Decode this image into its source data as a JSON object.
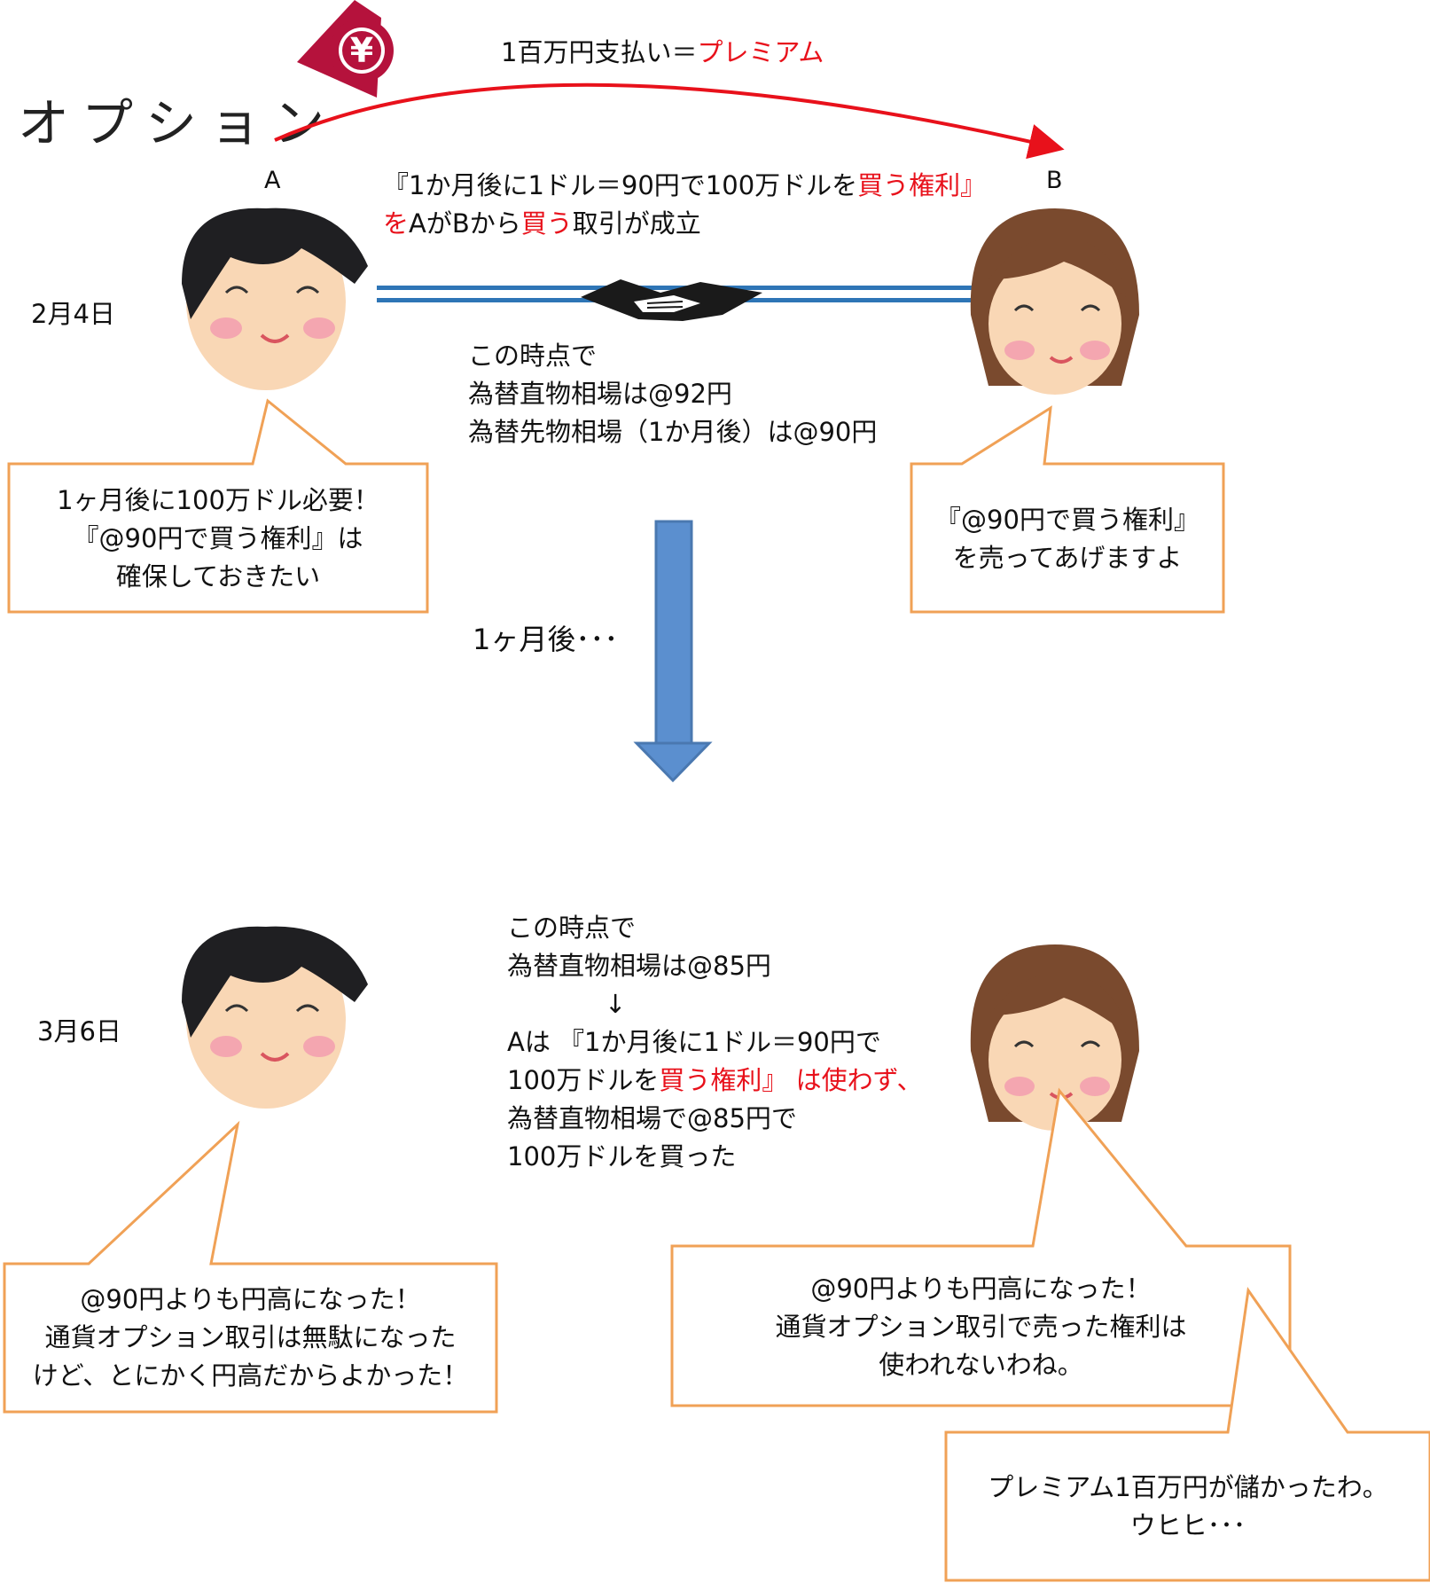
{
  "title": "オプション",
  "premium_label_black": "1百万円支払い＝",
  "premium_label_red": "プレミアム",
  "yen_symbol": "¥",
  "person_a_label": "A",
  "person_b_label": "B",
  "deal": {
    "line1_pre": "『1か月後に1ドル＝90円で100万ドルを",
    "line1_red": "買う権利』",
    "line2_red1": "を",
    "line2_mid1": "AがBから",
    "line2_red2": "買う",
    "line2_mid2": "取引が成立"
  },
  "date1": "2月4日",
  "date2": "3月6日",
  "market1": [
    "この時点で",
    "為替直物相場は@92円",
    "為替先物相場（1か月後）は@90円"
  ],
  "bubble_a1": [
    "1ヶ月後に100万ドル必要！",
    "『@90円で買う権利』は",
    "確保しておきたい"
  ],
  "bubble_b1": [
    "『@90円で買う権利』",
    "を売ってあげますよ"
  ],
  "one_month_later": "1ヶ月後･･･",
  "market2": {
    "line1": "この時点で",
    "line2": "為替直物相場は@85円",
    "arrow": "↓",
    "line3": "Aは 『1か月後に1ドル＝90円で",
    "line4_pre": "100万ドルを",
    "line4_red": "買う権利』 は使わず、",
    "line5": "為替直物相場で@85円で",
    "line6": "100万ドルを買った"
  },
  "bubble_a2": [
    "@90円よりも円高になった！",
    "通貨オプション取引は無駄になった",
    "けど、とにかく円高だからよかった！"
  ],
  "bubble_b2": [
    "@90円よりも円高になった！",
    "通貨オプション取引で売った権利は",
    "使われないわね。"
  ],
  "bubble_b3": [
    "プレミアム1百万円が儲かったわ。",
    "ウヒヒ･･･"
  ],
  "colors": {
    "accent_red": "#e8111b",
    "bubble_border": "#f0a156",
    "arrow_blue": "#5b8fcf",
    "stripe_blue": "#2e75b6",
    "yen_maroon": "#b5123c"
  }
}
